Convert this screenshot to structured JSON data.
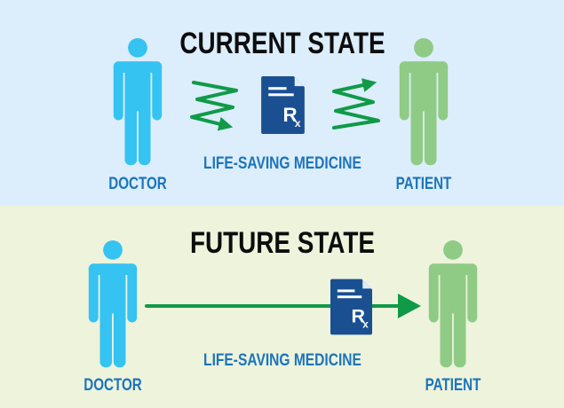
{
  "current": {
    "title": "CURRENT STATE",
    "doctor_label": "DOCTOR",
    "patient_label": "PATIENT",
    "medicine_label": "LIFE-SAVING MEDICINE",
    "icon": "prescription-document-icon"
  },
  "future": {
    "title": "FUTURE STATE",
    "doctor_label": "DOCTOR",
    "patient_label": "PATIENT",
    "medicine_label": "LIFE-SAVING MEDICINE",
    "icon": "prescription-document-icon"
  },
  "colors": {
    "top_bg": "#dcedfb",
    "bottom_bg": "#eef3dc",
    "doctor": "#35c3f2",
    "patient": "#8fcb85",
    "arrow": "#109a48",
    "document": "#1a4f92",
    "label": "#1b75bb"
  }
}
